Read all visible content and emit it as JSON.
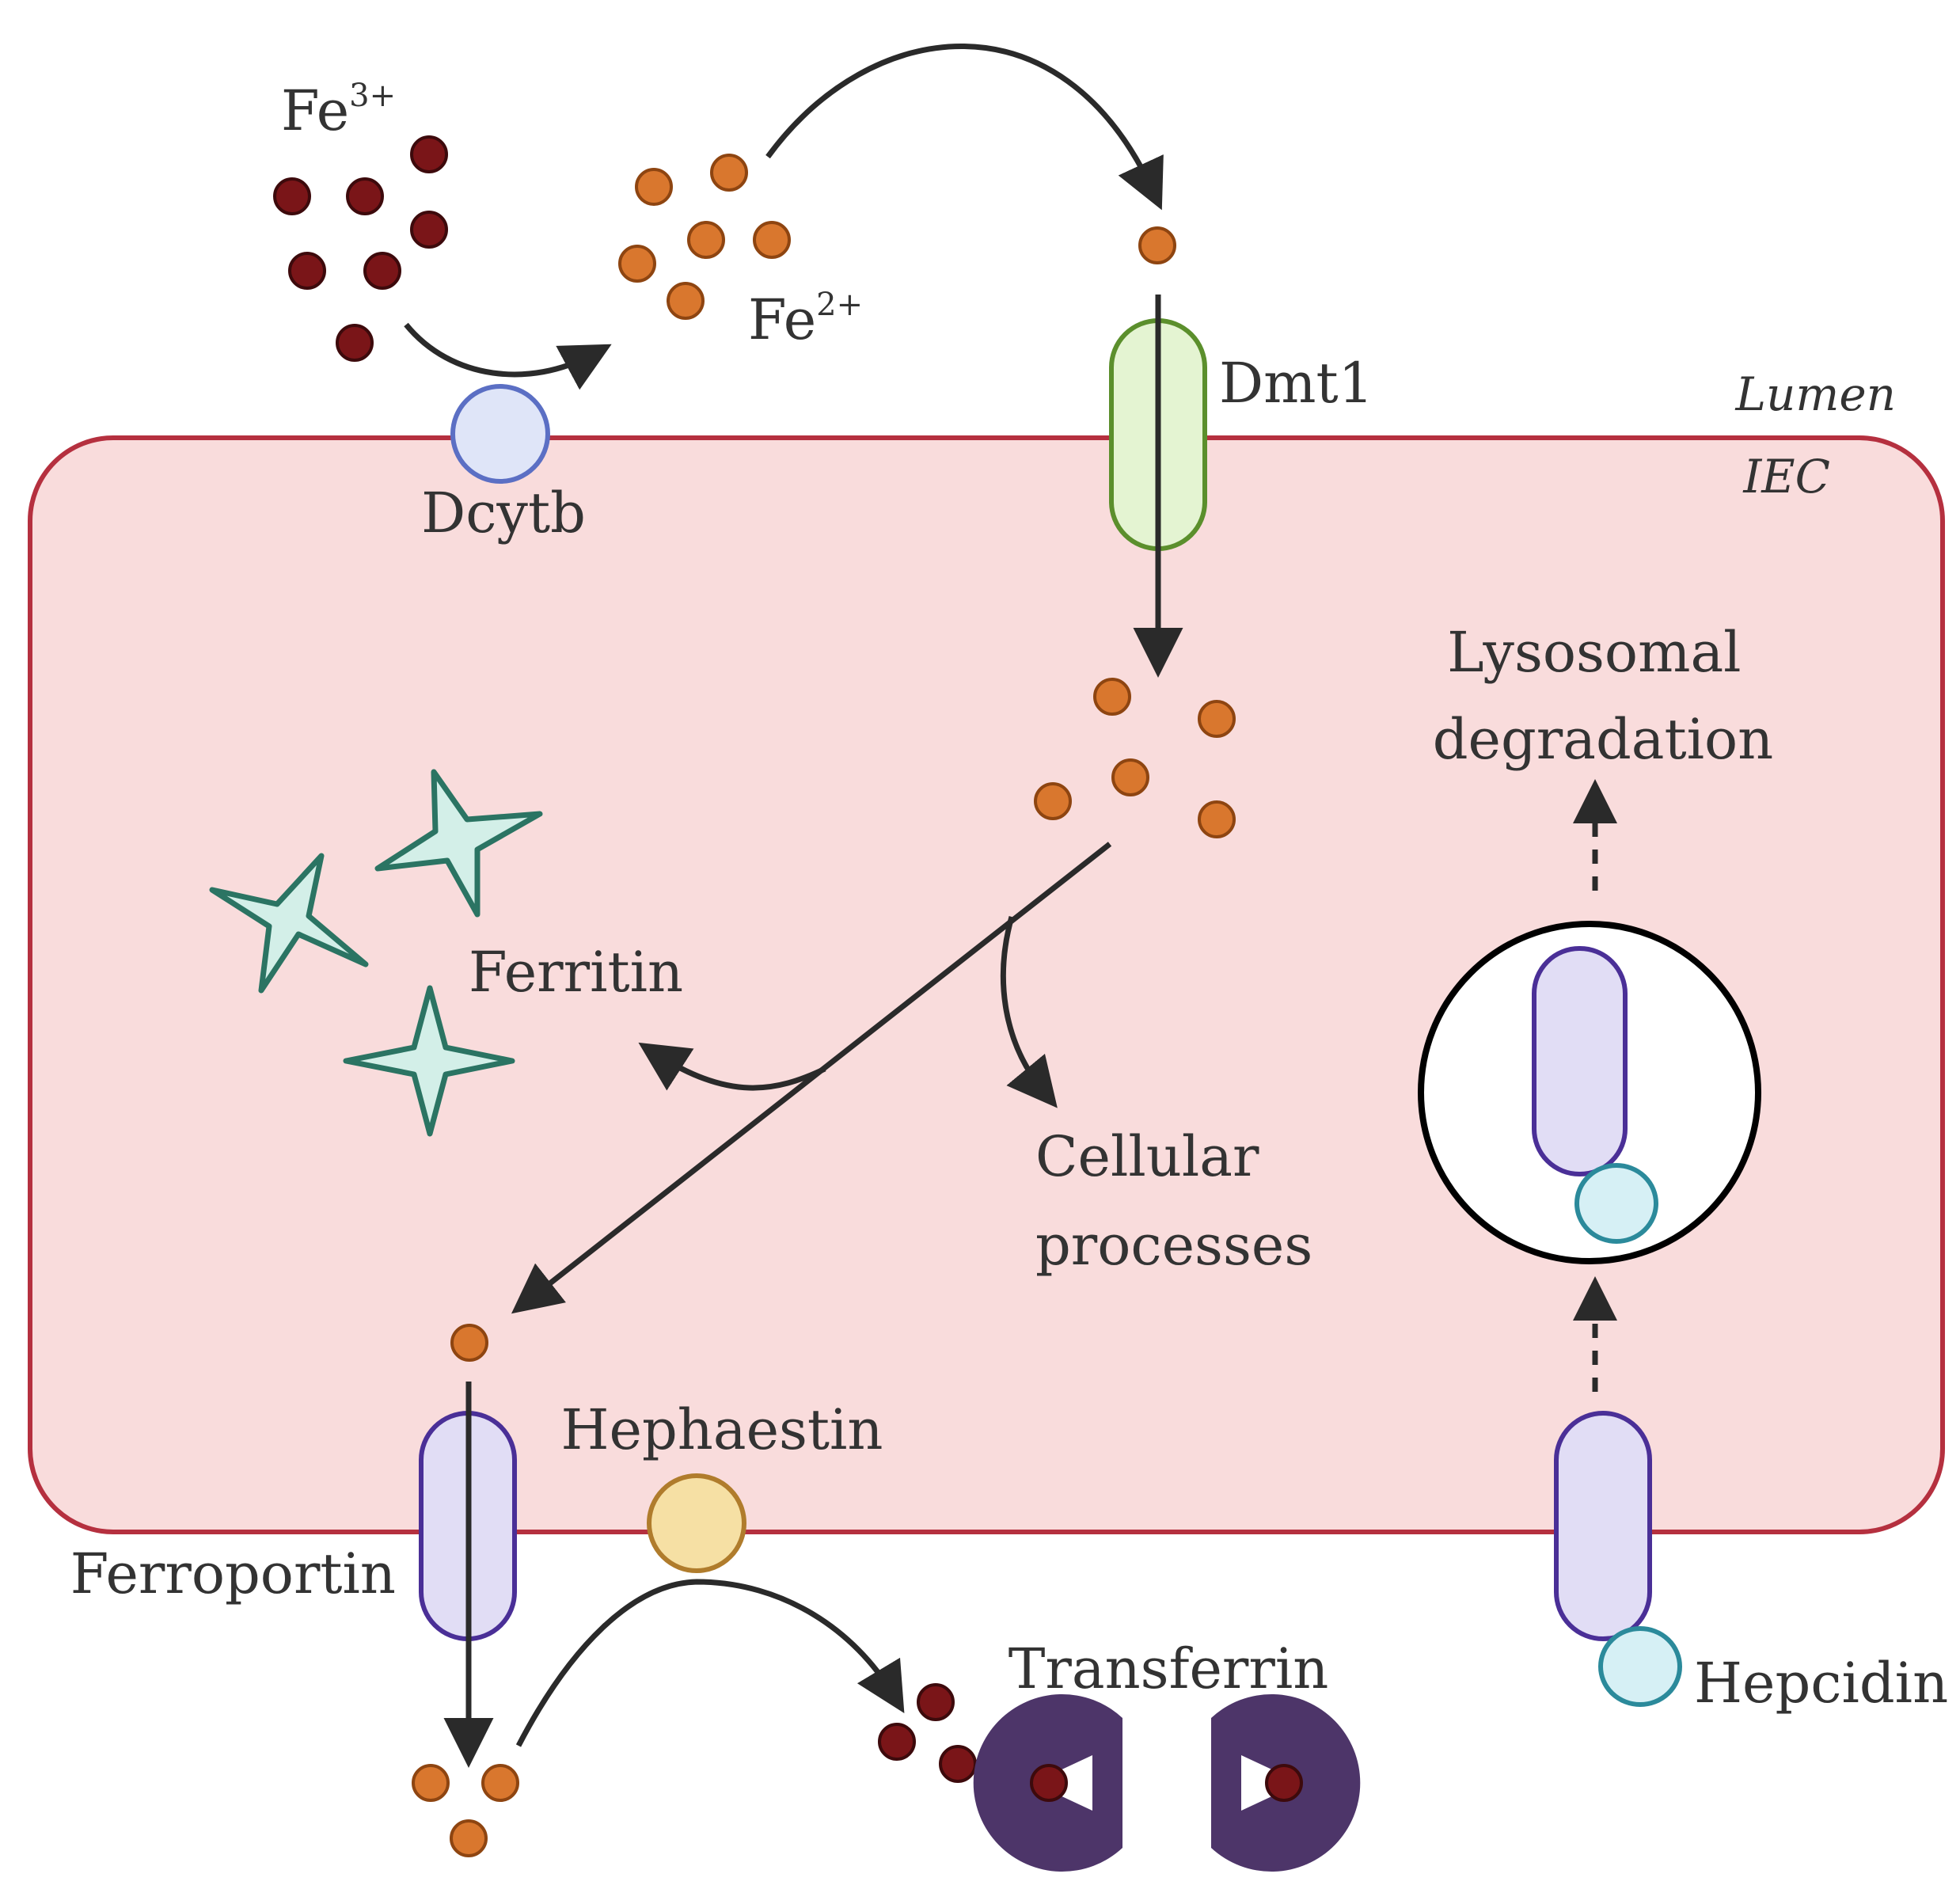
{
  "regions": {
    "lumen": "Lumen",
    "cell": "IEC"
  },
  "ions": {
    "fe3": {
      "base": "Fe",
      "charge": "3+"
    },
    "fe2": {
      "base": "Fe",
      "charge": "2+"
    }
  },
  "proteins": {
    "dcytb": "Dcytb",
    "dmt1": "Dmt1",
    "ferritin": "Ferritin",
    "ferroportin": "Ferroportin",
    "hephaestin": "Hephaestin",
    "transferrin": "Transferrin",
    "hepcidin": "Hepcidin"
  },
  "processes": {
    "cellular_line1": "Cellular",
    "cellular_line2": "processes",
    "lysosomal_line1": "Lysosomal",
    "lysosomal_line2": "degradation"
  },
  "colors": {
    "cell_fill": "#f9dcdc",
    "cell_stroke": "#b5303f",
    "fe3_fill": "#7a1518",
    "fe2_fill": "#d9772e",
    "dmt1_fill": "#e4f4d2",
    "dmt1_stroke": "#5b8f2c",
    "ferroportin_fill": "#e1ddf5",
    "ferroportin_stroke": "#4a2f97",
    "dcytb_fill": "#dfe5f8",
    "dcytb_stroke": "#5b6fc4",
    "hephaestin_fill": "#f6e0a4",
    "hephaestin_stroke": "#b07c2c",
    "ferritin_fill": "#d3efe8",
    "ferritin_stroke": "#2b7463",
    "hepcidin_fill": "#d6f0f5",
    "hepcidin_stroke": "#2b8a9b",
    "transferrin_fill": "#4d3569",
    "arrow": "#2a2a2a"
  }
}
